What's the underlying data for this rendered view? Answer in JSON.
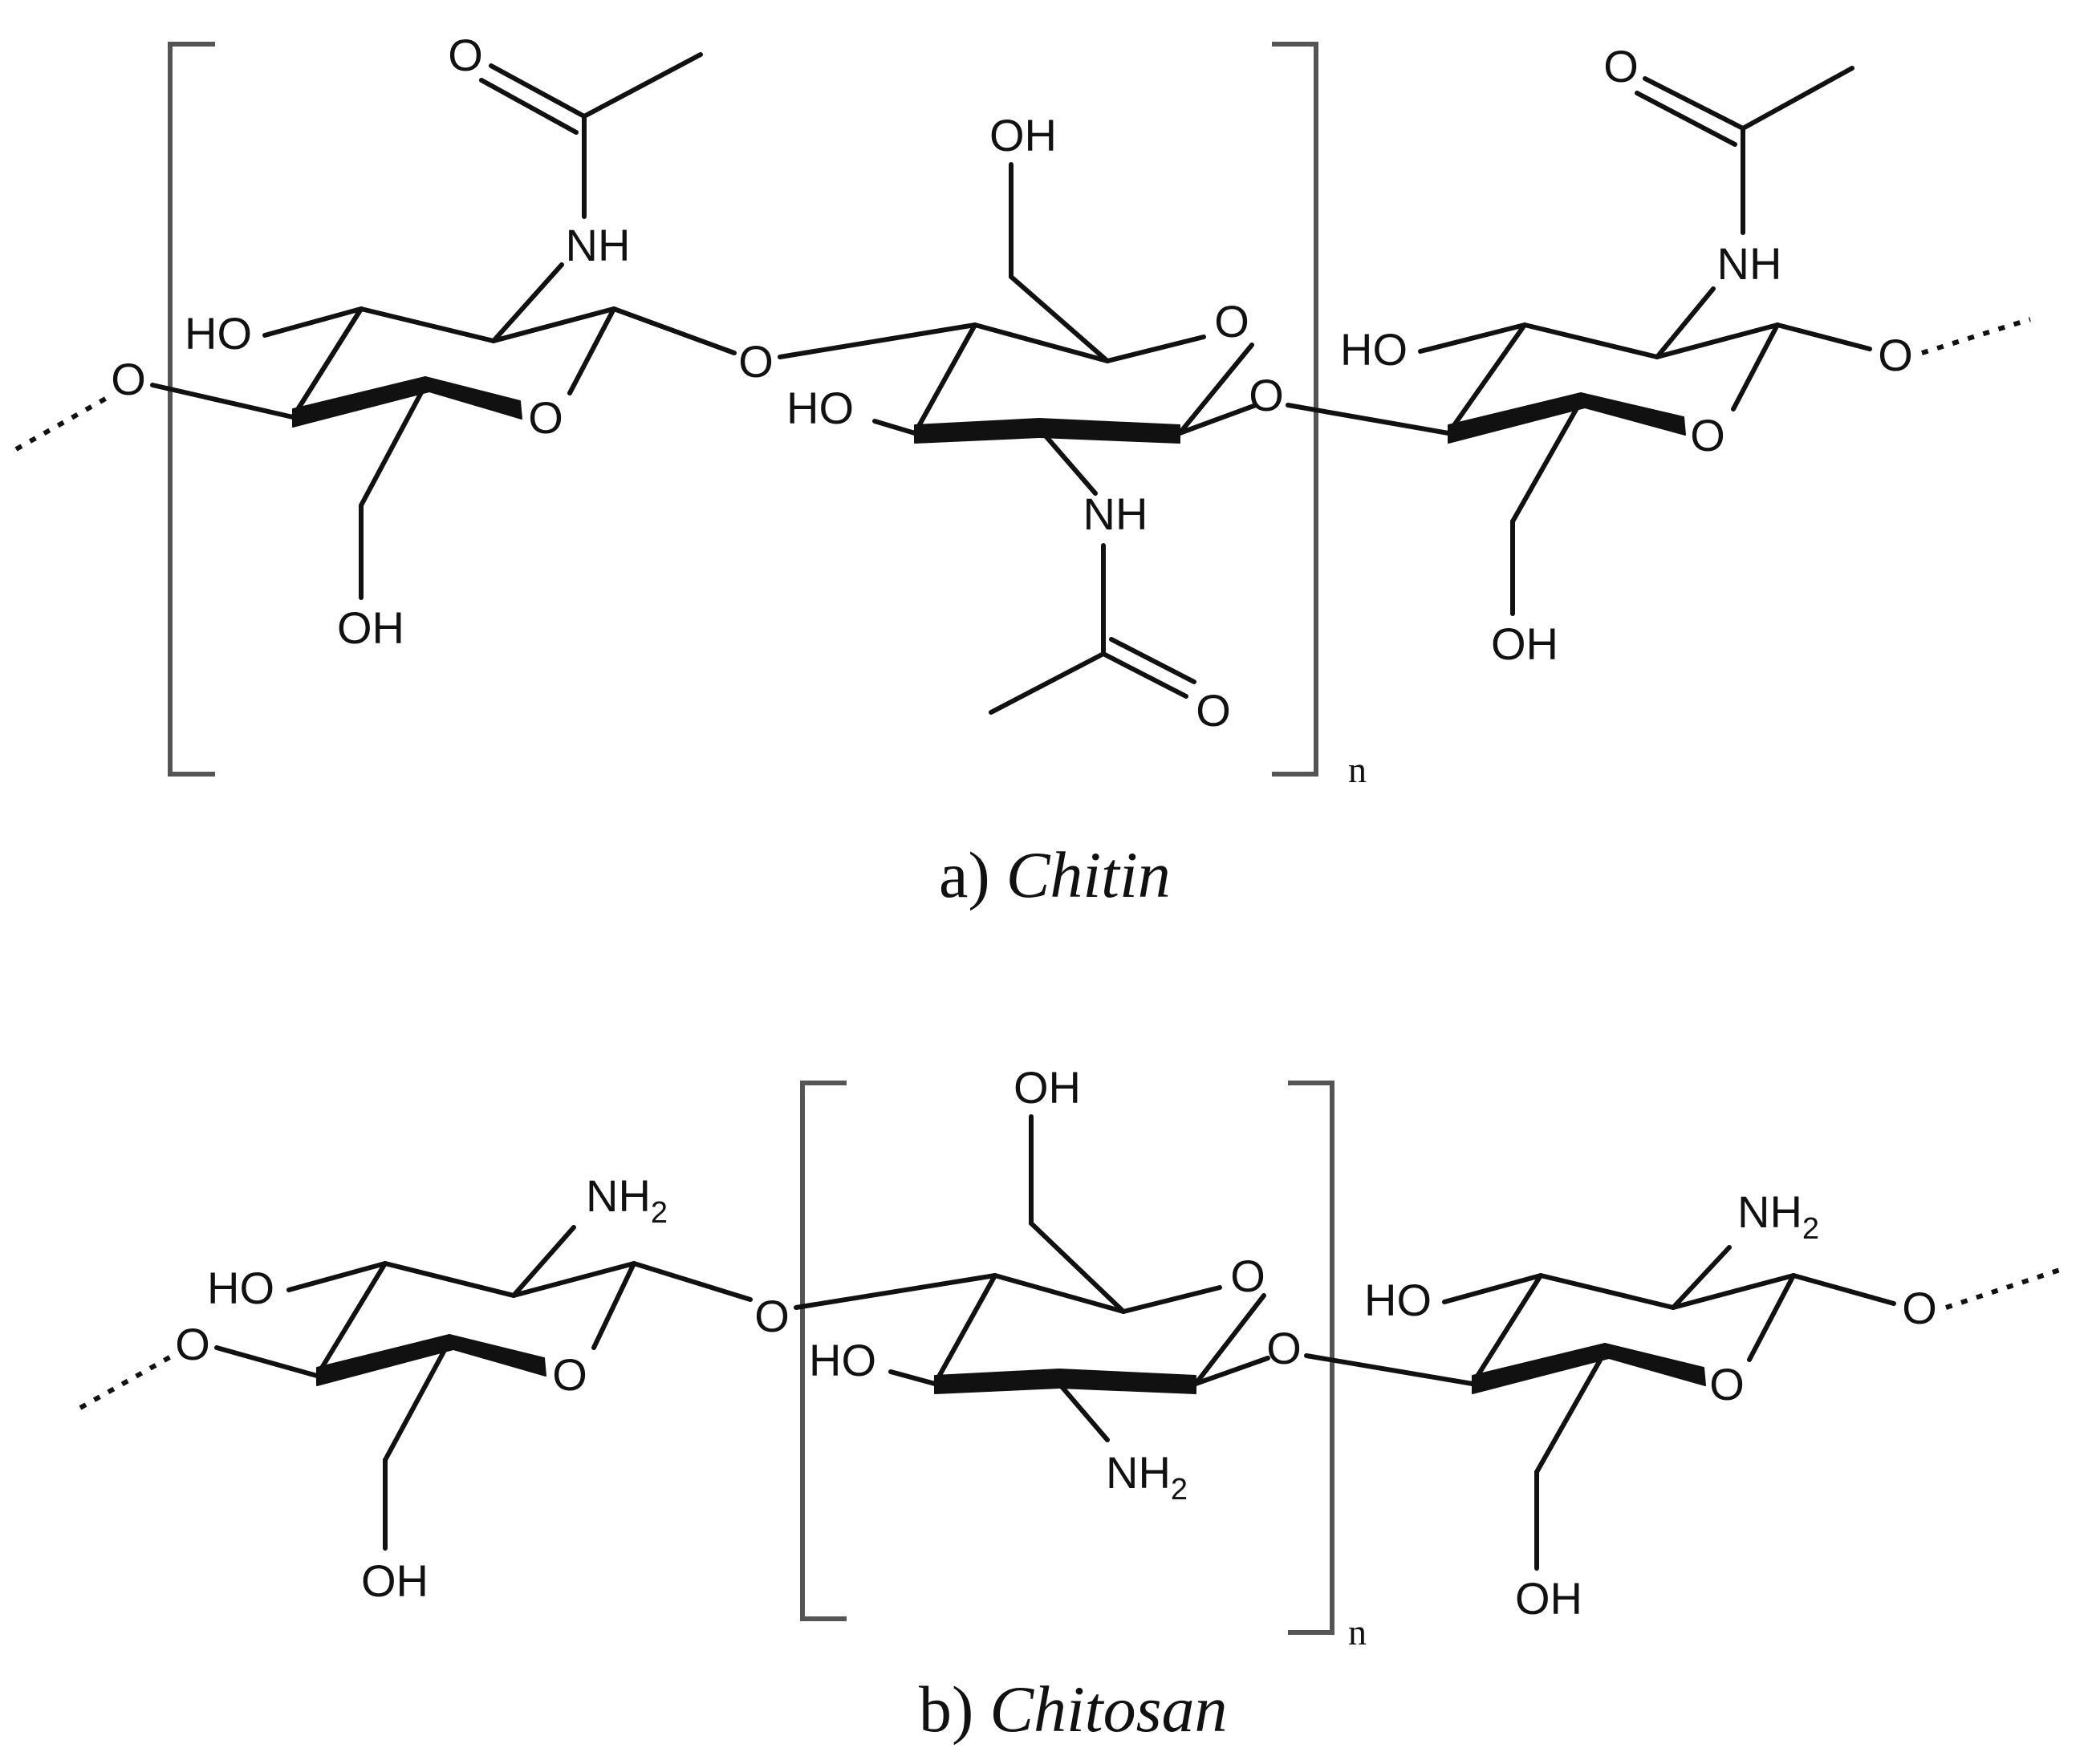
{
  "atoms": {
    "o": "O",
    "oh": "OH",
    "ho": "HO",
    "nh": "NH",
    "nh2_base": "NH",
    "nh2_sub": "2"
  },
  "repeat_subscript": "n",
  "captions": {
    "a_prefix": "a)",
    "a_name": "Chitin",
    "b_prefix": "b)",
    "b_name": "Chitosan"
  },
  "colors": {
    "ink": "#111111",
    "bracket": "#555555"
  }
}
